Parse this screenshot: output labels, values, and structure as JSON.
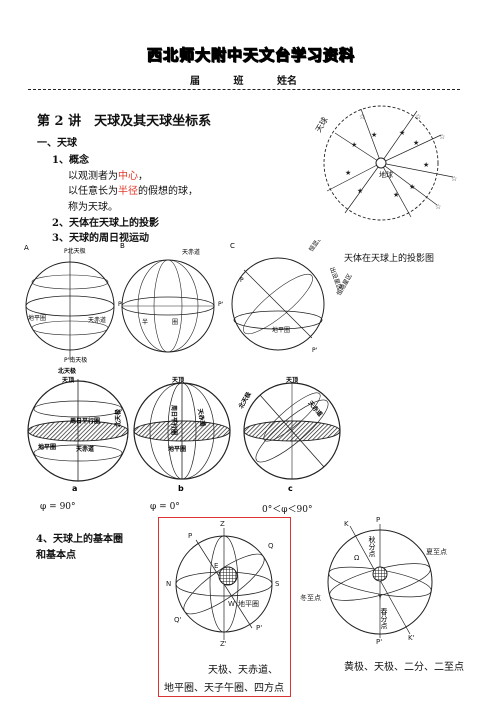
{
  "header": {
    "title": "西北师大附中天文台学习资料",
    "grade_label": "届",
    "class_label": "班",
    "name_label": "姓名"
  },
  "lesson": {
    "title": "第 2 讲　天球及其天球坐标系",
    "section1": "一、天球",
    "item1": "1、概念",
    "line1_pre": "以观测者为",
    "line1_red": "中心",
    "line1_post": "，",
    "line2_pre": "以任意长为",
    "line2_red": "半径",
    "line2_post": "的假想的球，",
    "line3": "称为天球。",
    "item2": "2、天体在天球上的投影",
    "item3": "3、天球的周日视运动",
    "item4a": "4、天球上的基本圈",
    "item4b": "和基本点"
  },
  "colors": {
    "accent_red": "#e03a2a",
    "box_red": "#dd3333"
  },
  "fig_projection": {
    "caption": "天体在天球上的投影图",
    "label_sphere": "天球",
    "label_earth": "地球"
  },
  "fig_abc_top": {
    "letter_a": "A",
    "letter_b": "B",
    "letter_c": "C",
    "north_pole": "P北天极",
    "south_pole": "P'南天极",
    "horizon": "地平圈",
    "celestial_equator": "天赤道",
    "ce_b": "天赤道",
    "p_label": "P",
    "p2_label": "P'",
    "half_circle": "半",
    "circle": "圈",
    "horizon_c": "地平圈",
    "always_visible": "恒显星区",
    "rise_set": "出没星区",
    "never_visible": "恒隐星区"
  },
  "fig_abc_bottom": {
    "a": "a",
    "b": "b",
    "c": "c",
    "north_pole": "北天极",
    "zenith": "天顶",
    "north_pole_b": "北天极",
    "parallel": "周日平行圈",
    "horizon": "地平圈",
    "equator": "天赤道",
    "zenith_b": "天顶",
    "zenith_c": "天顶",
    "equator_b": "天赤道",
    "equator_c": "天赤道",
    "horizon_b": "地平圈",
    "parallel_b": "周日平行圈",
    "north_pole_c": "北天极",
    "phi_a": "φ = 90°",
    "phi_b": "φ = 0°",
    "phi_c": "0°＜φ＜90°"
  },
  "fig_basic": {
    "Z": "Z",
    "P": "P",
    "Q": "Q",
    "N": "N",
    "S": "S",
    "E": "E",
    "W": "W",
    "Q2": "Q'",
    "Z2": "Z'",
    "P2": "P'",
    "horizon": "地平圈",
    "caption1": "天极、天赤道、",
    "caption2": "地平圈、天子午圈、四方点"
  },
  "fig_ecliptic": {
    "K": "K",
    "P": "P",
    "K2": "K'",
    "P2": "P'",
    "omega": "Ω",
    "gamma": "γ",
    "autumn": "秋分点",
    "summer": "夏至点",
    "winter": "冬至点",
    "spring": "春分点",
    "caption": "黄极、天极、二分、二至点"
  }
}
